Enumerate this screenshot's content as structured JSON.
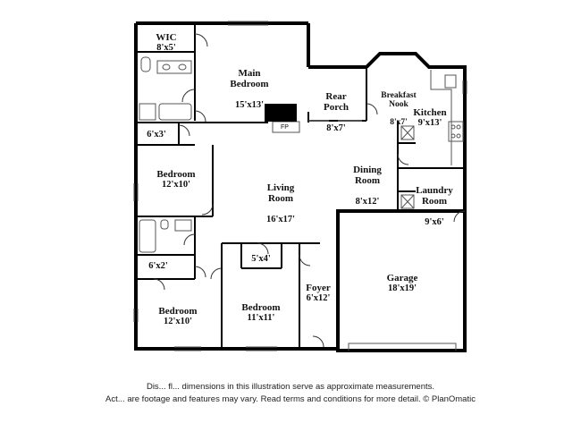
{
  "rooms": {
    "wic": {
      "name": "WIC",
      "dims": "8'x5'"
    },
    "main_bedroom": {
      "name": "Main\nBedroom",
      "dims": "15'x13'"
    },
    "rear_porch": {
      "name": "Rear\nPorch",
      "dims": "8'x7'"
    },
    "breakfast_nook": {
      "name": "Breakfast\nNook",
      "dims": "8'x7'"
    },
    "kitchen": {
      "name": "Kitchen",
      "dims": "9'x13'"
    },
    "closet_6x3": {
      "name": "",
      "dims": "6'x3'"
    },
    "bedroom_1": {
      "name": "Bedroom",
      "dims": "12'x10'"
    },
    "living_room": {
      "name": "Living\nRoom",
      "dims": "16'x17'"
    },
    "dining_room": {
      "name": "Dining\nRoom",
      "dims": "8'x12'"
    },
    "laundry_room": {
      "name": "Laundry\nRoom",
      "dims": "9'x6'"
    },
    "closet_6x2": {
      "name": "",
      "dims": "6'x2'"
    },
    "closet_5x4": {
      "name": "",
      "dims": "5'x4'"
    },
    "foyer": {
      "name": "Foyer",
      "dims": "6'x12'"
    },
    "garage": {
      "name": "Garage",
      "dims": "18'x19'"
    },
    "bedroom_2": {
      "name": "Bedroom",
      "dims": "12'x10'"
    },
    "bedroom_3": {
      "name": "Bedroom",
      "dims": "11'x11'"
    }
  },
  "fireplace_label": "FP",
  "disclaimer": {
    "line1": "Dis... fl... dimensions in this illustration serve as approximate measurements.",
    "line2": "Act... are footage and features may vary. Read terms and conditions for more detail. © PlanOmatic"
  },
  "colors": {
    "wall": "#000000",
    "fixture": "#555555",
    "background": "#ffffff"
  }
}
